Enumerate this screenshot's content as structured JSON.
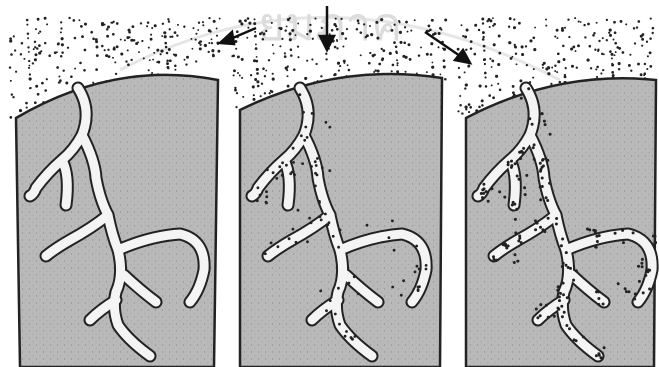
{
  "figure": {
    "panels": [
      {
        "id": "panel-1",
        "pores": "empty",
        "arrow": "left"
      },
      {
        "id": "panel-2",
        "pores": "partially-filled",
        "arrow": "down"
      },
      {
        "id": "panel-3",
        "pores": "fully-filled",
        "arrow": "down-right"
      }
    ],
    "colors": {
      "block": "#b9b9b9",
      "block_dark": "#8c8c8c",
      "outline": "#222222",
      "pore": "#f4f4f4",
      "particle": "#222222",
      "watermark": "#d8d8d8"
    },
    "watermark_text": "ยมภาค"
  }
}
